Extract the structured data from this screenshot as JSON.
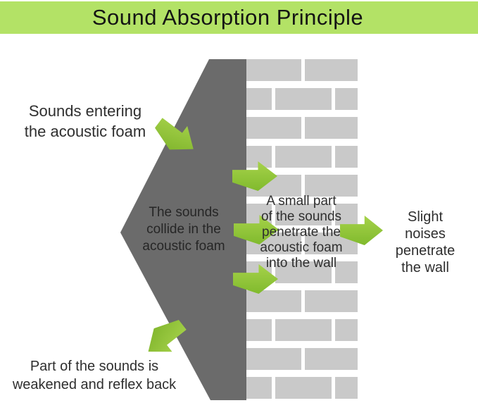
{
  "title": "Sound Absorption Principle",
  "labels": {
    "entering": "Sounds entering\nthe acoustic foam",
    "collide": "The sounds\ncollide in the\nacoustic foam",
    "penetrate_foam": "A small part\nof the sounds\npenetrate the\nacoustic foam\ninto the wall",
    "slight_noises": "Slight noises\npenetrate\nthe wall",
    "reflex": "Part of the sounds is\nweakened and reflex back"
  },
  "icons": {
    "arrow_entering": "block-arrow-down-right",
    "arrow_into_wall_top": "block-arrow-right",
    "arrow_into_wall_middle": "block-arrow-right",
    "arrow_into_wall_bottom": "block-arrow-right",
    "arrow_through_wall": "block-arrow-right",
    "arrow_reflex_back": "block-arrow-down-left"
  },
  "colors": {
    "header_green": "#b3e266",
    "arrow_green_light": "#a6d24a",
    "arrow_green_dark": "#80ba2d",
    "foam_gray": "#6b6b6b",
    "brick_gray": "#c9c9c9",
    "mortar_white": "#ffffff",
    "text": "#2f2f2f"
  }
}
